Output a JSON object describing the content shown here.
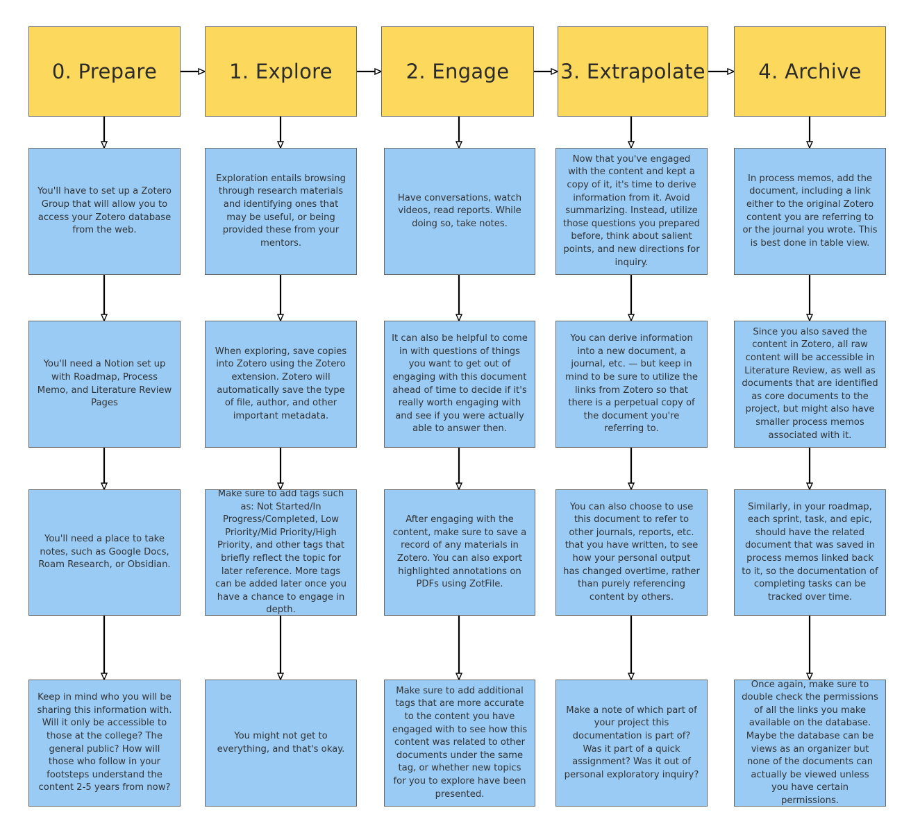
{
  "colors": {
    "header_fill": "#fcd95c",
    "card_fill": "#99cbf5",
    "border": "#666666",
    "arrow": "#000000"
  },
  "columns": [
    {
      "header": "0. Prepare",
      "cards": [
        "You'll have to set up a Zotero Group that will allow you to access your Zotero database from the web.",
        "You'll need a Notion set up with Roadmap, Process Memo, and Literature Review Pages",
        "You'll need a place to take notes, such as Google Docs, Roam Research, or Obsidian.",
        "Keep in mind who you will be sharing this information with. Will it only be accessible to those at the college? The general public? How will those who follow in your footsteps understand the content 2-5 years from now?"
      ]
    },
    {
      "header": "1. Explore",
      "cards": [
        "Exploration entails browsing through research materials and identifying ones that may be useful, or being provided these from your mentors.",
        "When exploring, save copies into Zotero using the Zotero extension. Zotero will automatically save the type of file, author, and other important metadata.",
        "Make sure to add tags such as: Not Started/In Progress/Completed, Low Priority/Mid Priority/High Priority, and other tags that briefly reflect the topic for later reference. More tags can be added later once you have a chance to engage in depth.",
        "You might not get to everything, and that's okay."
      ]
    },
    {
      "header": "2. Engage",
      "cards": [
        "Have conversations, watch videos, read reports. While doing so, take notes.",
        "It can also be helpful to come in with questions of things you want to get out of engaging with this document ahead of time to decide if it's really worth engaging with and see if you were actually able to answer then.",
        "After engaging with the content, make sure to save a record of any materials in Zotero. You can also export highlighted annotations on PDFs using ZotFile.",
        "Make sure to add additional tags that are more accurate to the content you have engaged with to see how this content was related to other documents under the same tag, or whether new topics for you to explore have been presented."
      ]
    },
    {
      "header": "3. Extrapolate",
      "cards": [
        "Now that you've engaged with the content and kept a copy of it, it's time to derive information from it. Avoid summarizing. Instead, utilize those questions you prepared before, think about salient points, and new directions for inquiry.",
        "You can derive information into a new document, a journal, etc. — but keep in mind to be sure to utilize the links from Zotero so that there is a perpetual copy of the document you're referring to.",
        "You can also choose to use this document to refer to other journals, reports, etc. that you have written, to see how your personal output has changed overtime, rather than purely referencing content by others.",
        "Make a note of which part of your project this documentation is part of? Was it part of a quick assignment? Was it out of personal exploratory inquiry?"
      ]
    },
    {
      "header": "4. Archive",
      "cards": [
        "In process memos, add the document, including a link either to the original Zotero content you are referring to or the journal you wrote. This is best done in table view.",
        "Since you also saved the content in Zotero, all raw content will be accessible in Literature Review, as well as documents that are identified as core documents to the project, but might also have smaller process memos associated with it.",
        "Similarly, in your roadmap, each sprint, task, and epic, should have the related document that was saved in process memos linked back to it, so the documentation of completing tasks can be tracked over time.",
        "Once again, make sure to double check the permissions of all the links you make available on the database. Maybe the database can be views as an organizer but none of the documents can actually be viewed unless you have certain permissions."
      ]
    }
  ]
}
